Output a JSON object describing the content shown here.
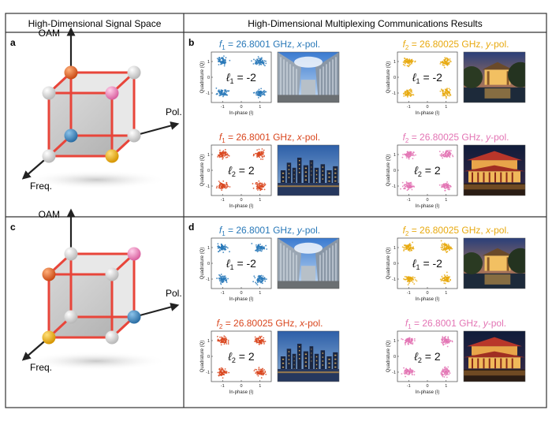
{
  "header": {
    "left": "High-Dimensional Signal Space",
    "right": "High-Dimensional Multiplexing Communications Results"
  },
  "panel_labels": {
    "a": "a",
    "b": "b",
    "c": "c",
    "d": "d"
  },
  "cube_axes": {
    "oam": "OAM",
    "pol": "Pol.",
    "freq": "Freq."
  },
  "plot_axes": {
    "xlabel": "In-phase (I)",
    "ylabel": "Quadrature (Q)",
    "xticks": [
      "-1",
      "0",
      "1"
    ],
    "yticks": [
      "1",
      "0",
      "-1"
    ]
  },
  "colors": {
    "blue": "#2878b8",
    "yellow": "#e8a90e",
    "red": "#d9461e",
    "pink": "#e374b4",
    "cube_edge": "#e8453a",
    "grid_border": "#333333"
  },
  "channels": {
    "b1": {
      "title": {
        "f": "f",
        "sub": "1",
        "text": " = 26.8001 GHz, ",
        "pol": "x",
        "suffix": "-pol."
      },
      "color": "#2878b8",
      "oam": {
        "l": "ℓ",
        "sub": "1",
        "eq": " = -2"
      },
      "image": "building-photo"
    },
    "b2": {
      "title": {
        "f": "f",
        "sub": "2",
        "text": " = 26.80025 GHz, ",
        "pol": "y",
        "suffix": "-pol."
      },
      "color": "#e8a90e",
      "oam": {
        "l": "ℓ",
        "sub": "1",
        "eq": " = -2"
      },
      "image": "pavilion-photo"
    },
    "b3": {
      "title": {
        "f": "f",
        "sub": "1",
        "text": " = 26.8001 GHz, ",
        "pol": "x",
        "suffix": "-pol."
      },
      "color": "#d9461e",
      "oam": {
        "l": "ℓ",
        "sub": "2",
        "eq": " = 2"
      },
      "image": "city-night-photo"
    },
    "b4": {
      "title": {
        "f": "f",
        "sub": "2",
        "text": " = 26.80025 GHz, ",
        "pol": "y",
        "suffix": "-pol."
      },
      "color": "#e374b4",
      "oam": {
        "l": "ℓ",
        "sub": "2",
        "eq": " = 2"
      },
      "image": "temple-photo"
    },
    "d1": {
      "title": {
        "f": "f",
        "sub": "1",
        "text": " = 26.8001 GHz, ",
        "pol": "y",
        "suffix": "-pol."
      },
      "color": "#2878b8",
      "oam": {
        "l": "ℓ",
        "sub": "1",
        "eq": " = -2"
      },
      "image": "building-photo"
    },
    "d2": {
      "title": {
        "f": "f",
        "sub": "2",
        "text": " = 26.80025 GHz, ",
        "pol": "x",
        "suffix": "-pol."
      },
      "color": "#e8a90e",
      "oam": {
        "l": "ℓ",
        "sub": "1",
        "eq": " = -2"
      },
      "image": "pavilion-photo"
    },
    "d3": {
      "title": {
        "f": "f",
        "sub": "2",
        "text": " = 26.80025 GHz, ",
        "pol": "x",
        "suffix": "-pol."
      },
      "color": "#d9461e",
      "oam": {
        "l": "ℓ",
        "sub": "2",
        "eq": " = 2"
      },
      "image": "city-night-photo"
    },
    "d4": {
      "title": {
        "f": "f",
        "sub": "1",
        "text": " = 26.8001 GHz, ",
        "pol": "y",
        "suffix": "-pol."
      },
      "color": "#e374b4",
      "oam": {
        "l": "ℓ",
        "sub": "2",
        "eq": " = 2"
      },
      "image": "temple-photo"
    }
  },
  "constellation": {
    "points": [
      [
        -1,
        1
      ],
      [
        1,
        1
      ],
      [
        -1,
        -1
      ],
      [
        1,
        -1
      ]
    ],
    "xlim": [
      -1.6,
      1.6
    ],
    "ylim": [
      -1.6,
      1.6
    ]
  }
}
